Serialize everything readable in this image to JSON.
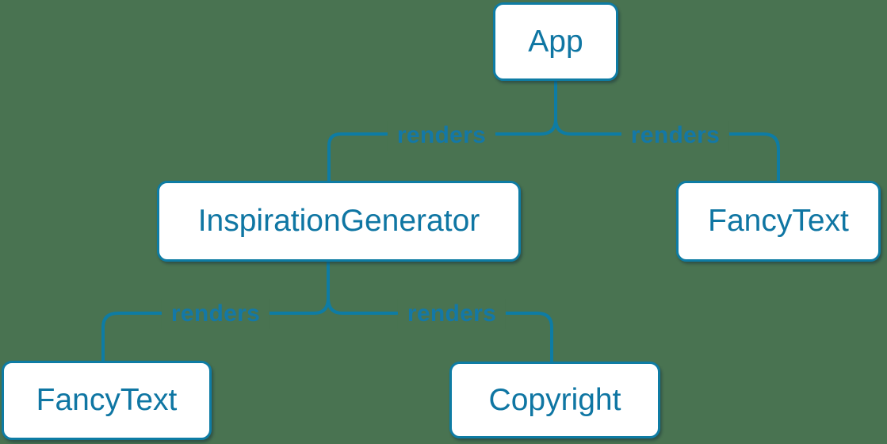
{
  "colors": {
    "background": "#497351",
    "line": "#0E7CA4",
    "node_border": "#0E7CA4",
    "node_background": "#FFFFFF",
    "node_text": "#0F76A3",
    "edge_label_text": "#1478A6"
  },
  "diagram": {
    "type": "component-render-tree",
    "nodes": [
      {
        "id": "app",
        "label": "App"
      },
      {
        "id": "inspiration-generator",
        "label": "InspirationGenerator"
      },
      {
        "id": "fancy-text-top",
        "label": "FancyText"
      },
      {
        "id": "fancy-text-bottom",
        "label": "FancyText"
      },
      {
        "id": "copyright",
        "label": "Copyright"
      }
    ],
    "edges": [
      {
        "from": "App",
        "to": "InspirationGenerator",
        "label": "renders"
      },
      {
        "from": "App",
        "to": "FancyText",
        "label": "renders"
      },
      {
        "from": "InspirationGenerator",
        "to": "FancyText",
        "label": "renders"
      },
      {
        "from": "InspirationGenerator",
        "to": "Copyright",
        "label": "renders"
      }
    ]
  }
}
